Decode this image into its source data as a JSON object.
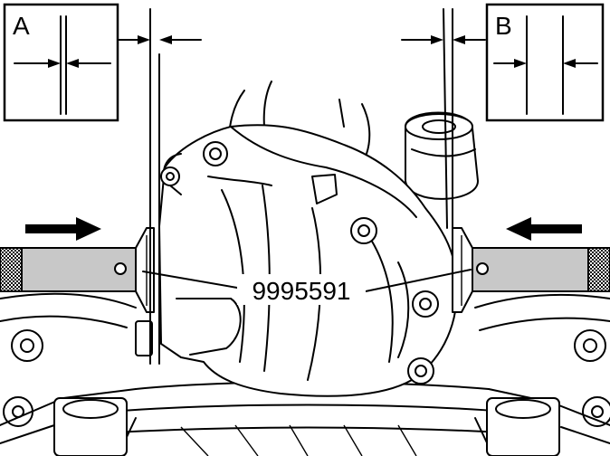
{
  "labels": {
    "detail_a": "A",
    "detail_b": "B",
    "tool_number": "9995591"
  },
  "icons": {
    "left_arrow": "arrow-right-icon",
    "right_arrow": "arrow-left-icon"
  },
  "colors": {
    "line": "#000000",
    "tool_bar": "#c8c8c8",
    "background": "#ffffff"
  }
}
